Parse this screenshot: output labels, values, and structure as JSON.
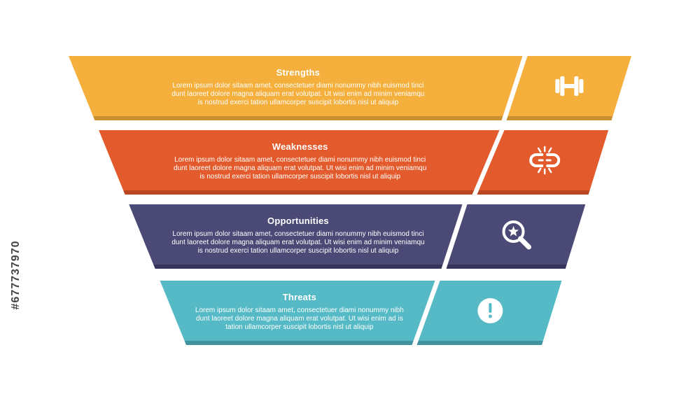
{
  "diagram": {
    "tiers": [
      {
        "title": "Strengths",
        "body_lines": [
          "Lorem ipsum dolor sitaam amet, consectetuer diami nonummy  nibh euismod tinci",
          "dunt laoreet dolore magna aliquam erat volutpat. Ut wisi enim ad minim veniamqu",
          "is nostrud exerci tation ullamcorper suscipit lobortis nisl ut aliquip"
        ],
        "icon": "dumbbell-icon",
        "color": "#F4AF3D",
        "shadow_color": "#C9902F"
      },
      {
        "title": "Weaknesses",
        "body_lines": [
          "Lorem ipsum dolor sitaam amet, consectetuer diami nonummy  nibh euismod tinci",
          "dunt laoreet dolore magna aliquam erat volutpat. Ut wisi enim ad minim veniamqu",
          "is nostrud exerci tation ullamcorper suscipit lobortis nisl ut aliquip"
        ],
        "icon": "broken-chain-icon",
        "color": "#E35B2C",
        "shadow_color": "#B84622"
      },
      {
        "title": "Opportunities",
        "body_lines": [
          "Lorem ipsum dolor sitaam amet, consectetuer diami nonummy  nibh euismod tinci",
          "dunt laoreet dolore magna aliquam erat volutpat. Ut wisi enim ad minim veniamqu",
          "is nostrud exerci tation ullamcorper suscipit lobortis nisl ut aliquip"
        ],
        "icon": "magnifier-star-icon",
        "color": "#4B4976",
        "shadow_color": "#36345A"
      },
      {
        "title": "Threats",
        "body_lines": [
          "Lorem ipsum dolor sitaam amet, consectetuer diami nonummy  nibh",
          "dunt laoreet dolore magna aliquam erat volutpat. Ut wisi enim ad is",
          "tation ullamcorper suscipit lobortis nisl ut aliquip"
        ],
        "icon": "exclamation-icon",
        "color": "#56BAC6",
        "shadow_color": "#3F949F"
      }
    ]
  },
  "watermark": {
    "stock_id": "#677737970"
  }
}
